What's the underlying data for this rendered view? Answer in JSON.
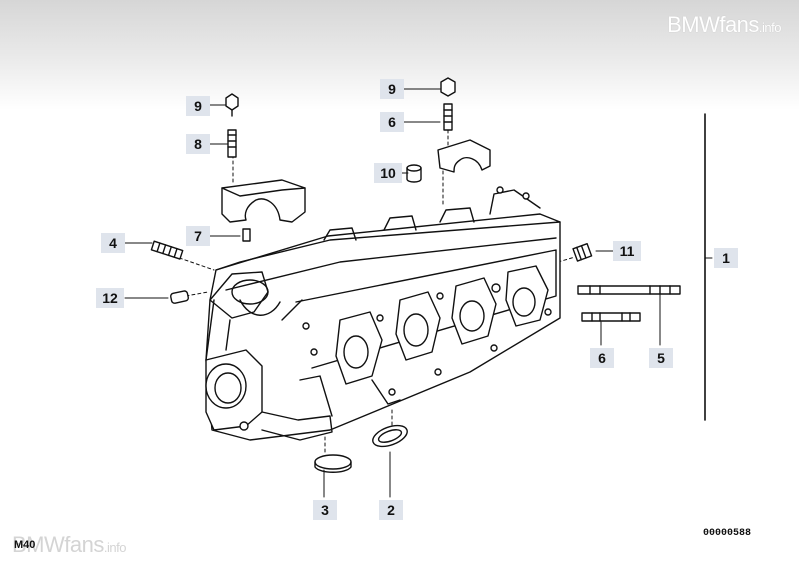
{
  "watermark": {
    "brand": "BMWfans",
    "suffix": ".info"
  },
  "model_code": "M40",
  "document_number": "00000588",
  "callouts": {
    "c9_top": "9",
    "c6_top": "6",
    "c10": "10",
    "c9_left": "9",
    "c8": "8",
    "c7": "7",
    "c4": "4",
    "c12": "12",
    "c11": "11",
    "c1": "1",
    "c6_right": "6",
    "c5": "5",
    "c3": "3",
    "c2": "2"
  }
}
